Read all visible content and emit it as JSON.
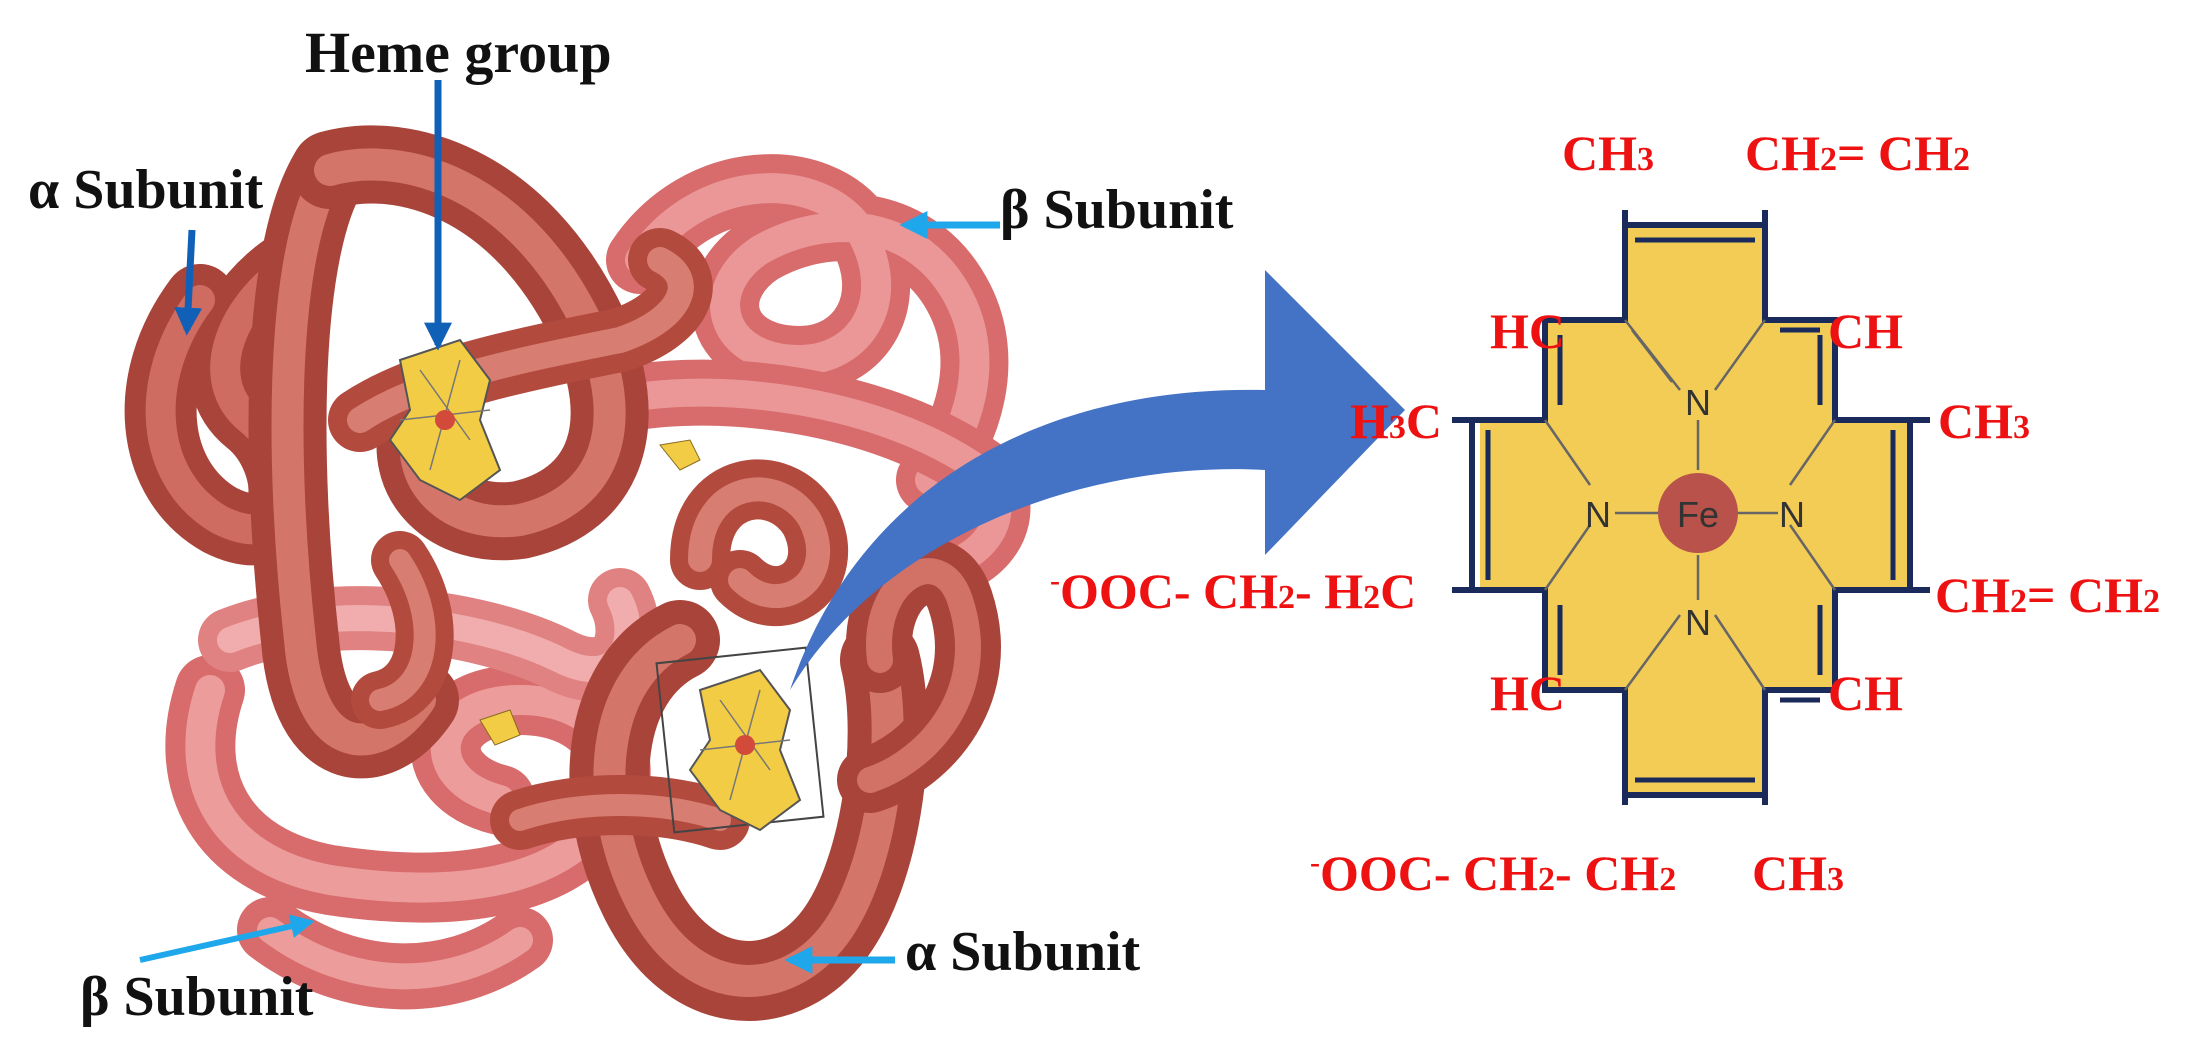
{
  "labels": {
    "heme_group": "Heme group",
    "alpha_top": "α Subunit",
    "beta_top": "β Subunit",
    "beta_bottom": "β Subunit",
    "alpha_bottom": "α Subunit"
  },
  "structure": {
    "center_metal": "Fe",
    "nitrogen": "N",
    "substituents": {
      "top_left": {
        "main": "CH",
        "sub": "3"
      },
      "top_right": {
        "a": "CH",
        "a_sub": "2",
        "b": "= CH",
        "b_sub": "2"
      },
      "upper_left_hc": "HC",
      "upper_right_ch": "CH",
      "left_h3c": {
        "a": "H",
        "a_sub": "3",
        "b": "C"
      },
      "right_ch3": {
        "main": "CH",
        "sub": "3"
      },
      "left_chain": {
        "sup": "-",
        "a": "OOC- CH",
        "a_sub": "2",
        "b": "- H",
        "b_sub": "2",
        "c": "C"
      },
      "right_vinyl": {
        "a": "CH",
        "a_sub": "2",
        "b": "= CH",
        "b_sub": "2"
      },
      "lower_left_hc": "HC",
      "lower_right_ch": "CH",
      "bottom_chain": {
        "sup": "-",
        "a": "OOC- CH",
        "a_sub": "2",
        "b": "- CH",
        "b_sub": "2"
      },
      "bottom_ch3": {
        "main": "CH",
        "sub": "3"
      }
    }
  },
  "colors": {
    "label_red": "#ee1111",
    "label_black": "#111111",
    "arrow_blue": "#4472c4",
    "pointer_light_blue": "#1ea7ea",
    "pointer_dark_blue": "#1060b8",
    "porphyrin_fill": "#f2cc55",
    "bond_navy": "#1a2a5a",
    "iron_red": "#b8524a",
    "tube_dark": "#b24a3e",
    "tube_light": "#e88a8a"
  }
}
